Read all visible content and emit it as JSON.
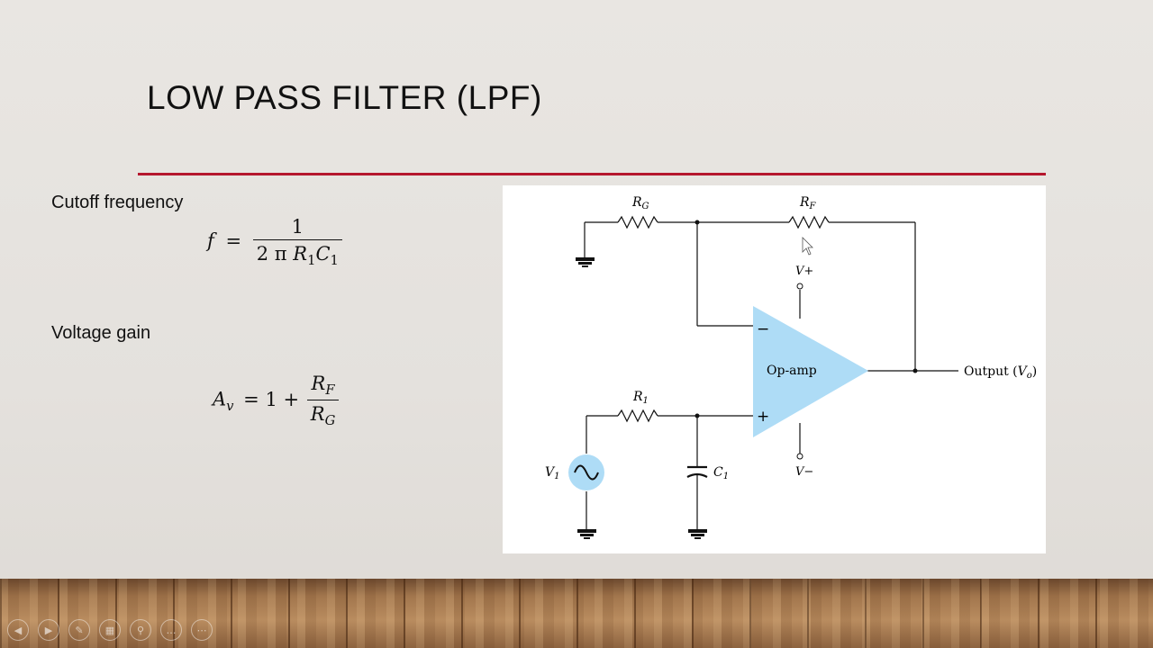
{
  "slide": {
    "title": "LOW PASS FILTER (LPF)",
    "accent_color": "#b5172e"
  },
  "left": {
    "cutoff_label": "Cutoff frequency",
    "cutoff_formula": {
      "lhs": "f",
      "eq": "=",
      "numerator": "1",
      "denominator": {
        "prefix": "2 π ",
        "r": "R",
        "r_sub": "1",
        "c": "C",
        "c_sub": "1"
      }
    },
    "gain_label": "Voltage gain",
    "gain_formula": {
      "lhs": "A",
      "lhs_sub": "v",
      "eq": "= 1 +",
      "numerator": {
        "sym": "R",
        "sub": "F"
      },
      "denominator": {
        "sym": "R",
        "sub": "G"
      }
    }
  },
  "circuit": {
    "rg": {
      "sym": "R",
      "sub": "G"
    },
    "rf": {
      "sym": "R",
      "sub": "F"
    },
    "r1": {
      "sym": "R",
      "sub": "1"
    },
    "c1": {
      "sym": "C",
      "sub": "1"
    },
    "v1": {
      "sym": "V",
      "sub": "1"
    },
    "vplus": "V+",
    "vminus": "V−",
    "opamp": "Op-amp",
    "minus_sign": "−",
    "plus_sign": "+",
    "output": {
      "prefix": "Output (",
      "sym": "V",
      "sub": "o",
      "suffix": ")"
    },
    "opamp_color": "#aedcf6",
    "source_color": "#aedcf6"
  },
  "nav": {
    "icons": [
      "prev-icon",
      "next-icon",
      "pen-icon",
      "grid-icon",
      "zoom-icon",
      "more-icon",
      "options-icon"
    ],
    "glyphs": [
      "◀",
      "▶",
      "✎",
      "▦",
      "⚲",
      "…",
      "⋯"
    ]
  }
}
